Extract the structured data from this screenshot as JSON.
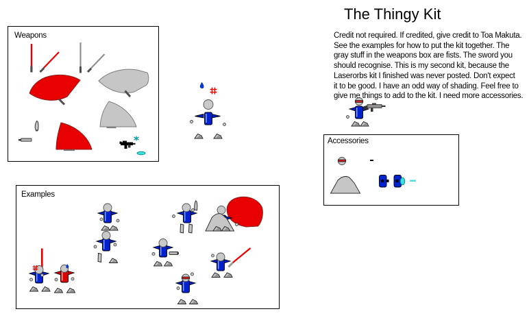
{
  "title": "The Thingy Kit",
  "description_lines": [
    "Credit not required. If credited, give credit to Toa Makuta.",
    "See the examples for how to put the kit together. The",
    "gray stuff in the weapons box are fists. The sword you",
    "should recognise. This is my second kit, because the",
    "Laserorbs kit I finished was never posted. Don't expect",
    "it to be good. I have an odd way of shading. Feel free to",
    "give me things to add to the kit. I need more accessories."
  ],
  "boxes": {
    "weapons": {
      "label": "Weapons",
      "items": [
        "red-beam-sword-vertical",
        "red-beam-sword-angled",
        "gray-staff-vertical",
        "gray-staff-angled",
        "red-curved-wing-blade",
        "gray-curved-wing-fist",
        "gray-fin-fist",
        "red-fin-blade",
        "gray-hook-dagger",
        "gray-pistol",
        "black-smg",
        "teal-spark",
        "teal-orb-disc"
      ]
    },
    "examples": {
      "label": "Examples",
      "items": [
        "standing-figure",
        "walking-figure",
        "figure-with-red-beam-sword-and-spark",
        "red-figure-with-droplet-crest",
        "figure-with-raised-dagger",
        "figure-on-mountain-with-red-wing",
        "figure-with-pistol",
        "figure-with-visor",
        "figure-with-angled-red-sword"
      ]
    },
    "accessories": {
      "label": "Accessories",
      "items": [
        "visor-head",
        "black-dash",
        "gray-mountain-cape",
        "blue-pack",
        "blue-pack-with-teal-lens",
        "teal-beam-dash"
      ]
    }
  },
  "base_kit_parts": [
    "blue-droplet",
    "red-spark-cross",
    "gray-head",
    "blue-left-arm",
    "blue-torso",
    "blue-right-arm",
    "gray-hand-dots",
    "gray-feet"
  ],
  "rifle_figure_parts": [
    "visor-head",
    "gray-rifle",
    "blue-torso",
    "gray-hand-dot",
    "gray-feet"
  ],
  "colors": {
    "red": "#E80000",
    "dark_red": "#8B2020",
    "gray_fill": "#C6C6C6",
    "gray_outline": "#7F7F7F",
    "handle_gray": "#4D4D4D",
    "blue_body": "#0021CE",
    "blue_highlight": "#7F9FFF",
    "droplet_blue": "#0040E8",
    "teal": "#0E9F9F",
    "cyan_fill": "#3FE0E0",
    "visor_red": "#C42222",
    "black": "#000000",
    "background": "#FFFFFF"
  }
}
